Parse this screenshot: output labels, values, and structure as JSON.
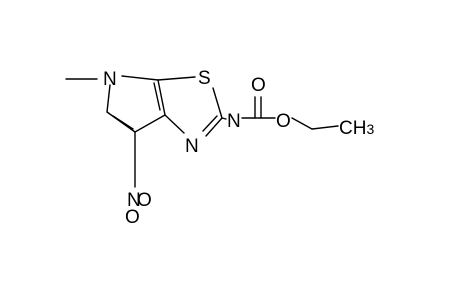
{
  "atoms": {
    "n_pyrrole": "N",
    "s_thiazole": "S",
    "n_thiazole": "N",
    "n_amide": "N",
    "o_carbonyl": "O",
    "o_ester": "O",
    "methyl_ch": "CH",
    "methyl_3": "3",
    "nitro_n": "N",
    "nitro_o1": "O",
    "nitro_o2": "O"
  },
  "colors": {
    "bond": "#000000",
    "label": "#000000",
    "background": "#ffffff"
  }
}
